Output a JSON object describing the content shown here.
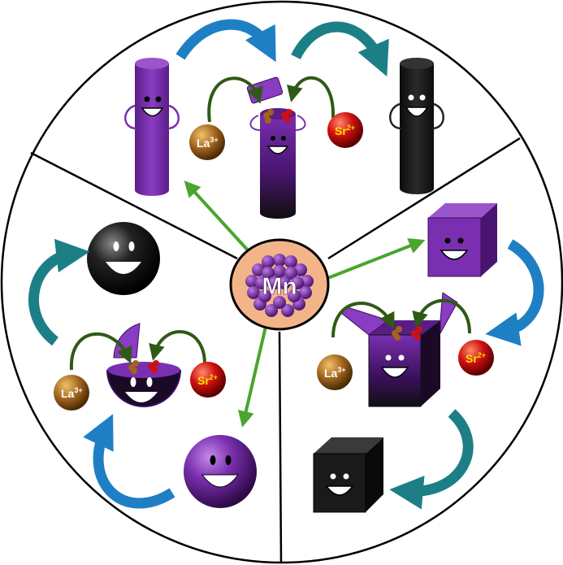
{
  "center": {
    "label": "Mn"
  },
  "ions": {
    "la": {
      "base": "La",
      "charge": "3+"
    },
    "sr": {
      "base": "Sr",
      "charge": "2+"
    }
  },
  "sections": [
    {
      "shape": "rod"
    },
    {
      "shape": "cube"
    },
    {
      "shape": "sphere"
    }
  ],
  "colors": {
    "purple": "#7a2fb0",
    "dark_purple": "#3a0f5a",
    "black": "#111111",
    "green_arrow": "#4aa52e",
    "blue_arrow": "#1f7fc4",
    "teal_arrow": "#1d7f86",
    "dark_green_arrow": "#2f5a16",
    "la_ball": "#a0641c",
    "sr_ball": "#d01010",
    "mn_core": "#f4b48a"
  }
}
